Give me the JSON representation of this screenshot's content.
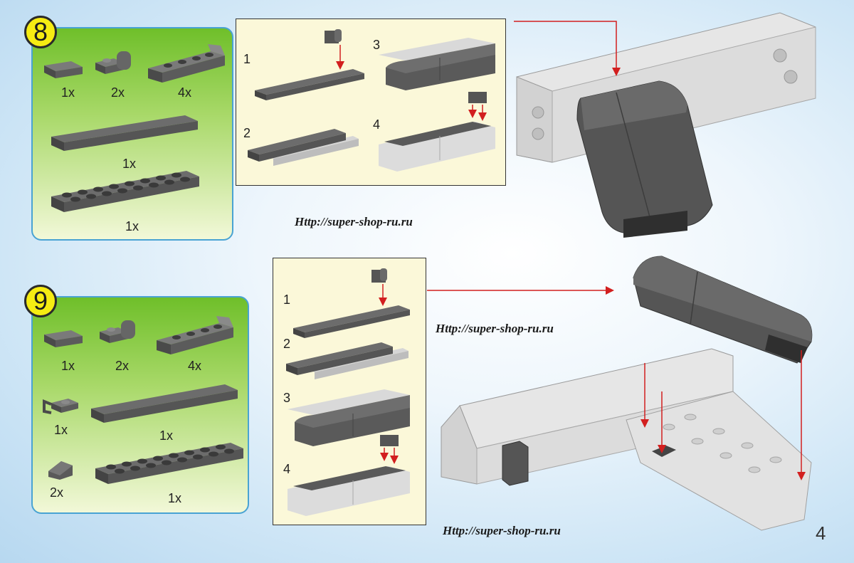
{
  "steps": [
    {
      "number": "8",
      "parts": [
        {
          "qty": "1x",
          "icon": "tile-2x1"
        },
        {
          "qty": "2x",
          "icon": "bracket-1x2"
        },
        {
          "qty": "4x",
          "icon": "plate-2x4-slope"
        },
        {
          "qty": "1x",
          "icon": "tile-2x8"
        },
        {
          "qty": "1x",
          "icon": "plate-2x8"
        }
      ],
      "substeps": [
        "1",
        "2",
        "3",
        "4"
      ]
    },
    {
      "number": "9",
      "parts": [
        {
          "qty": "1x",
          "icon": "tile-2x1"
        },
        {
          "qty": "2x",
          "icon": "bracket-1x2"
        },
        {
          "qty": "4x",
          "icon": "plate-2x4-slope"
        },
        {
          "qty": "1x",
          "icon": "clip-plate"
        },
        {
          "qty": "1x",
          "icon": "tile-2x8"
        },
        {
          "qty": "2x",
          "icon": "slope-1x1"
        },
        {
          "qty": "1x",
          "icon": "plate-2x8"
        }
      ],
      "substeps": [
        "1",
        "2",
        "3",
        "4"
      ]
    }
  ],
  "watermarks": [
    "Http://super-shop-ru.ru",
    "Http://super-shop-ru.ru",
    "Http://super-shop-ru.ru"
  ],
  "page_number": "4",
  "colors": {
    "badge": "#f6ec12",
    "box_border": "#49a3d3",
    "brick_dark": "#5d5d5d",
    "brick_light": "#d6d6d6",
    "arrow": "#d21f1f"
  }
}
